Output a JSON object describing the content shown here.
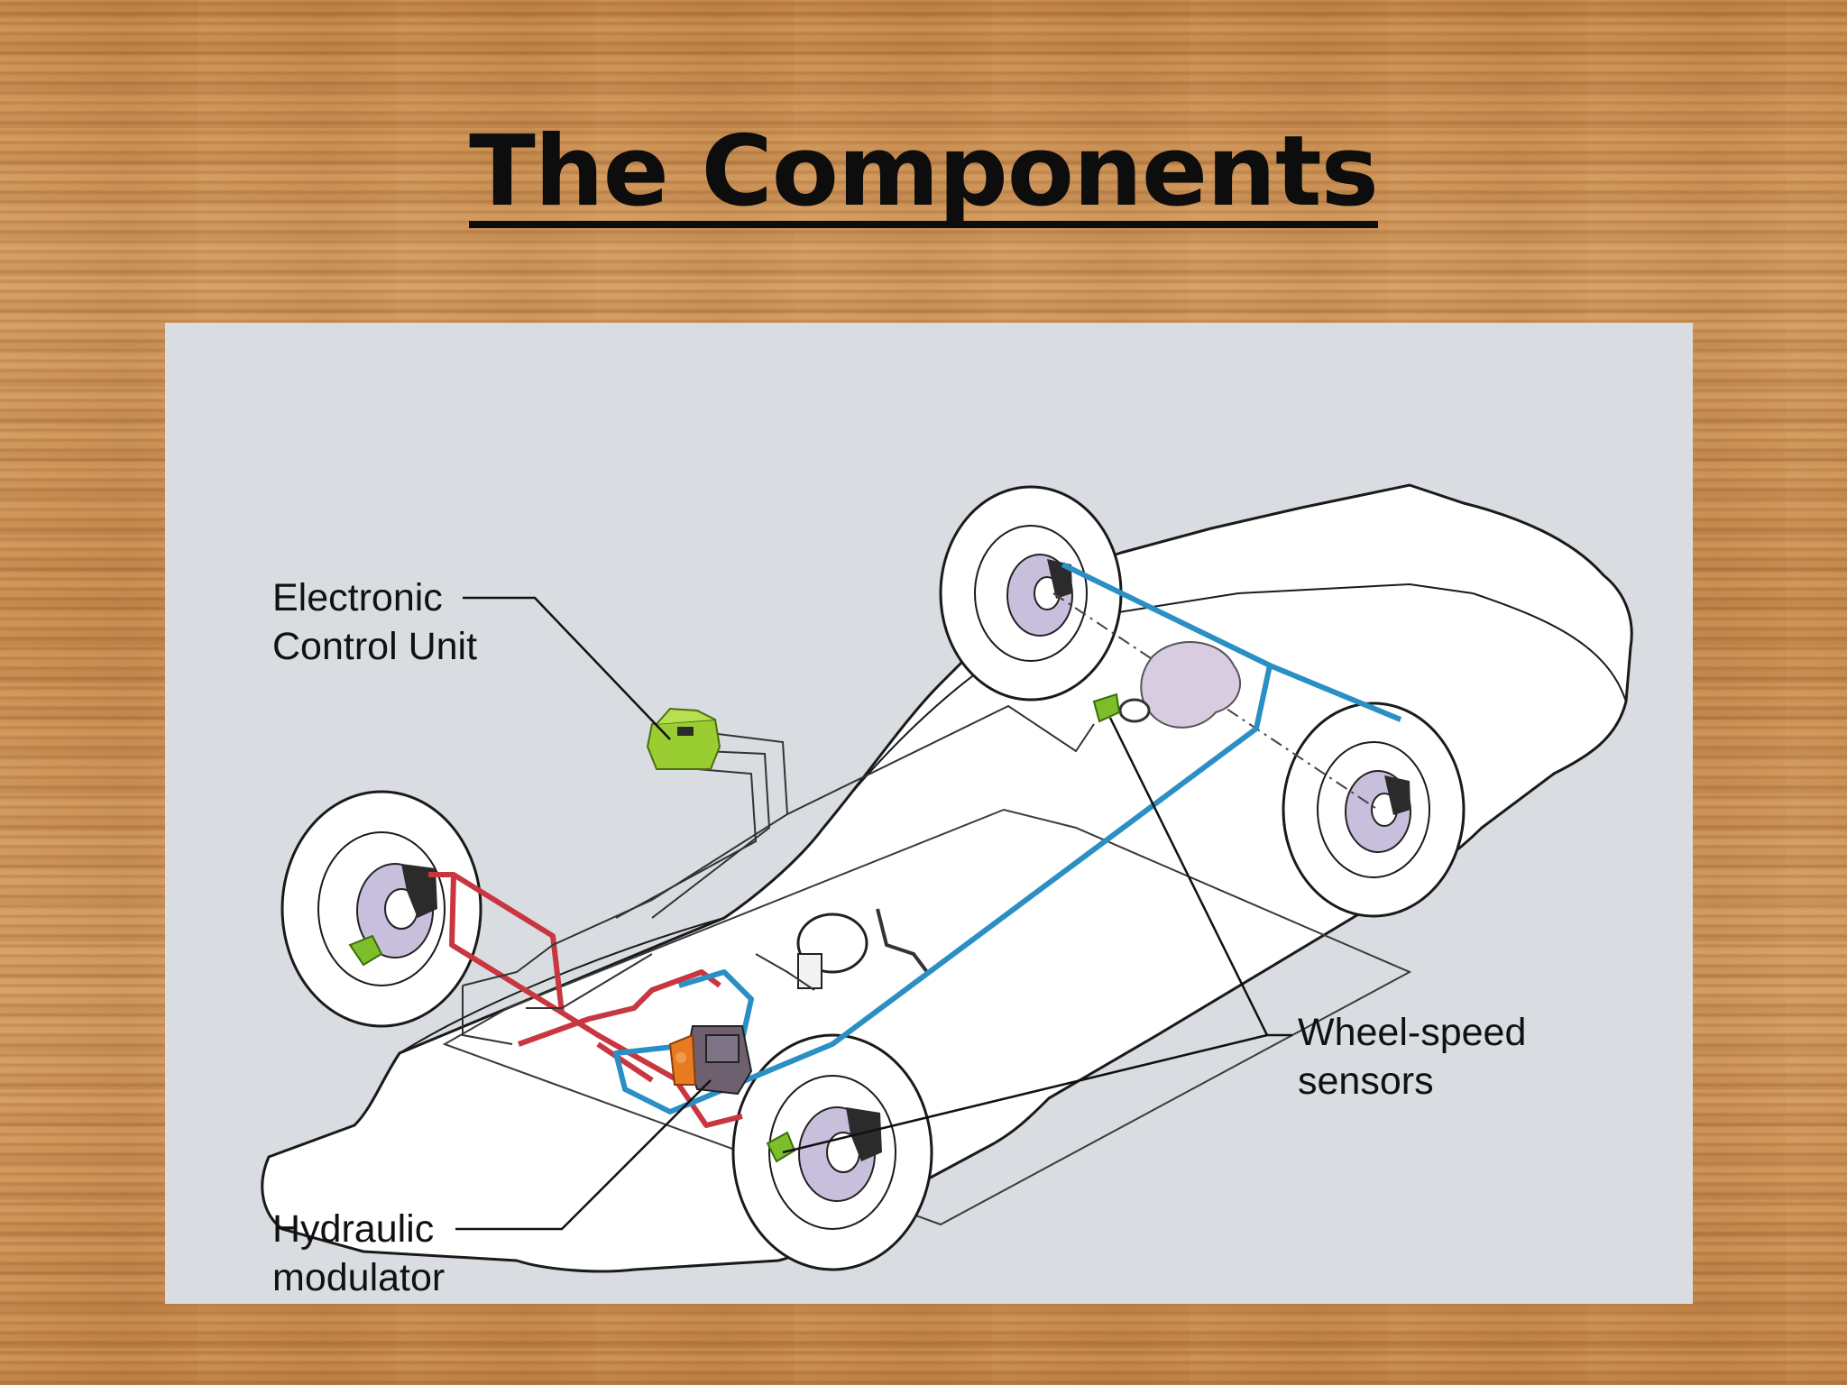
{
  "slide": {
    "title": "The Components"
  },
  "diagram": {
    "labels": {
      "ecu_line1": "Electronic",
      "ecu_line2": "Control Unit",
      "hydraulic_line1": "Hydraulic",
      "hydraulic_line2": "modulator",
      "wheel_speed_line1": "Wheel-speed",
      "wheel_speed_line2": "sensors"
    },
    "colors": {
      "front_brake_line": "#c8363f",
      "rear_brake_line": "#2a8fc4",
      "ecu": "#9acd32",
      "sensor": "#7cbf2a",
      "modulator_body": "#6f6070",
      "modulator_accent": "#e87a22",
      "disc": "#c8bfdc"
    }
  }
}
